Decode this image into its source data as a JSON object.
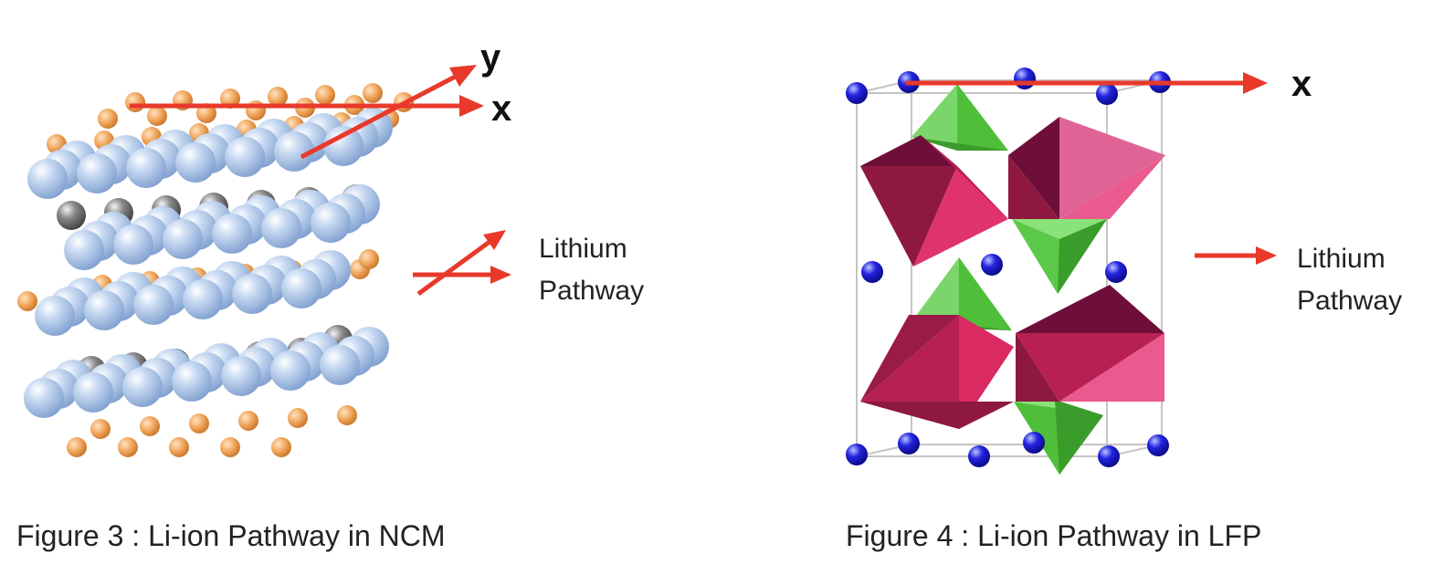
{
  "figures": [
    {
      "id": "ncm",
      "caption": "Figure 3 : Li-ion Pathway in NCM",
      "axes": [
        "y",
        "x"
      ],
      "legend_lines": [
        "Lithium",
        "Pathway"
      ]
    },
    {
      "id": "lfp",
      "caption": "Figure 4 : Li-ion Pathway in LFP",
      "axes": [
        "x"
      ],
      "legend_lines": [
        "Lithium",
        "Pathway"
      ]
    }
  ],
  "colors": {
    "pathway_arrow": "#e8392a",
    "lithium_atom": "#f0a45a",
    "oxygen_atom": "#9cb8de",
    "transition_metal_atom": "#6d6d6d",
    "li_atom_lfp": "#1717d6",
    "feo6_octahedron": "#c2255c",
    "po4_tetrahedron": "#4fbf3a"
  }
}
